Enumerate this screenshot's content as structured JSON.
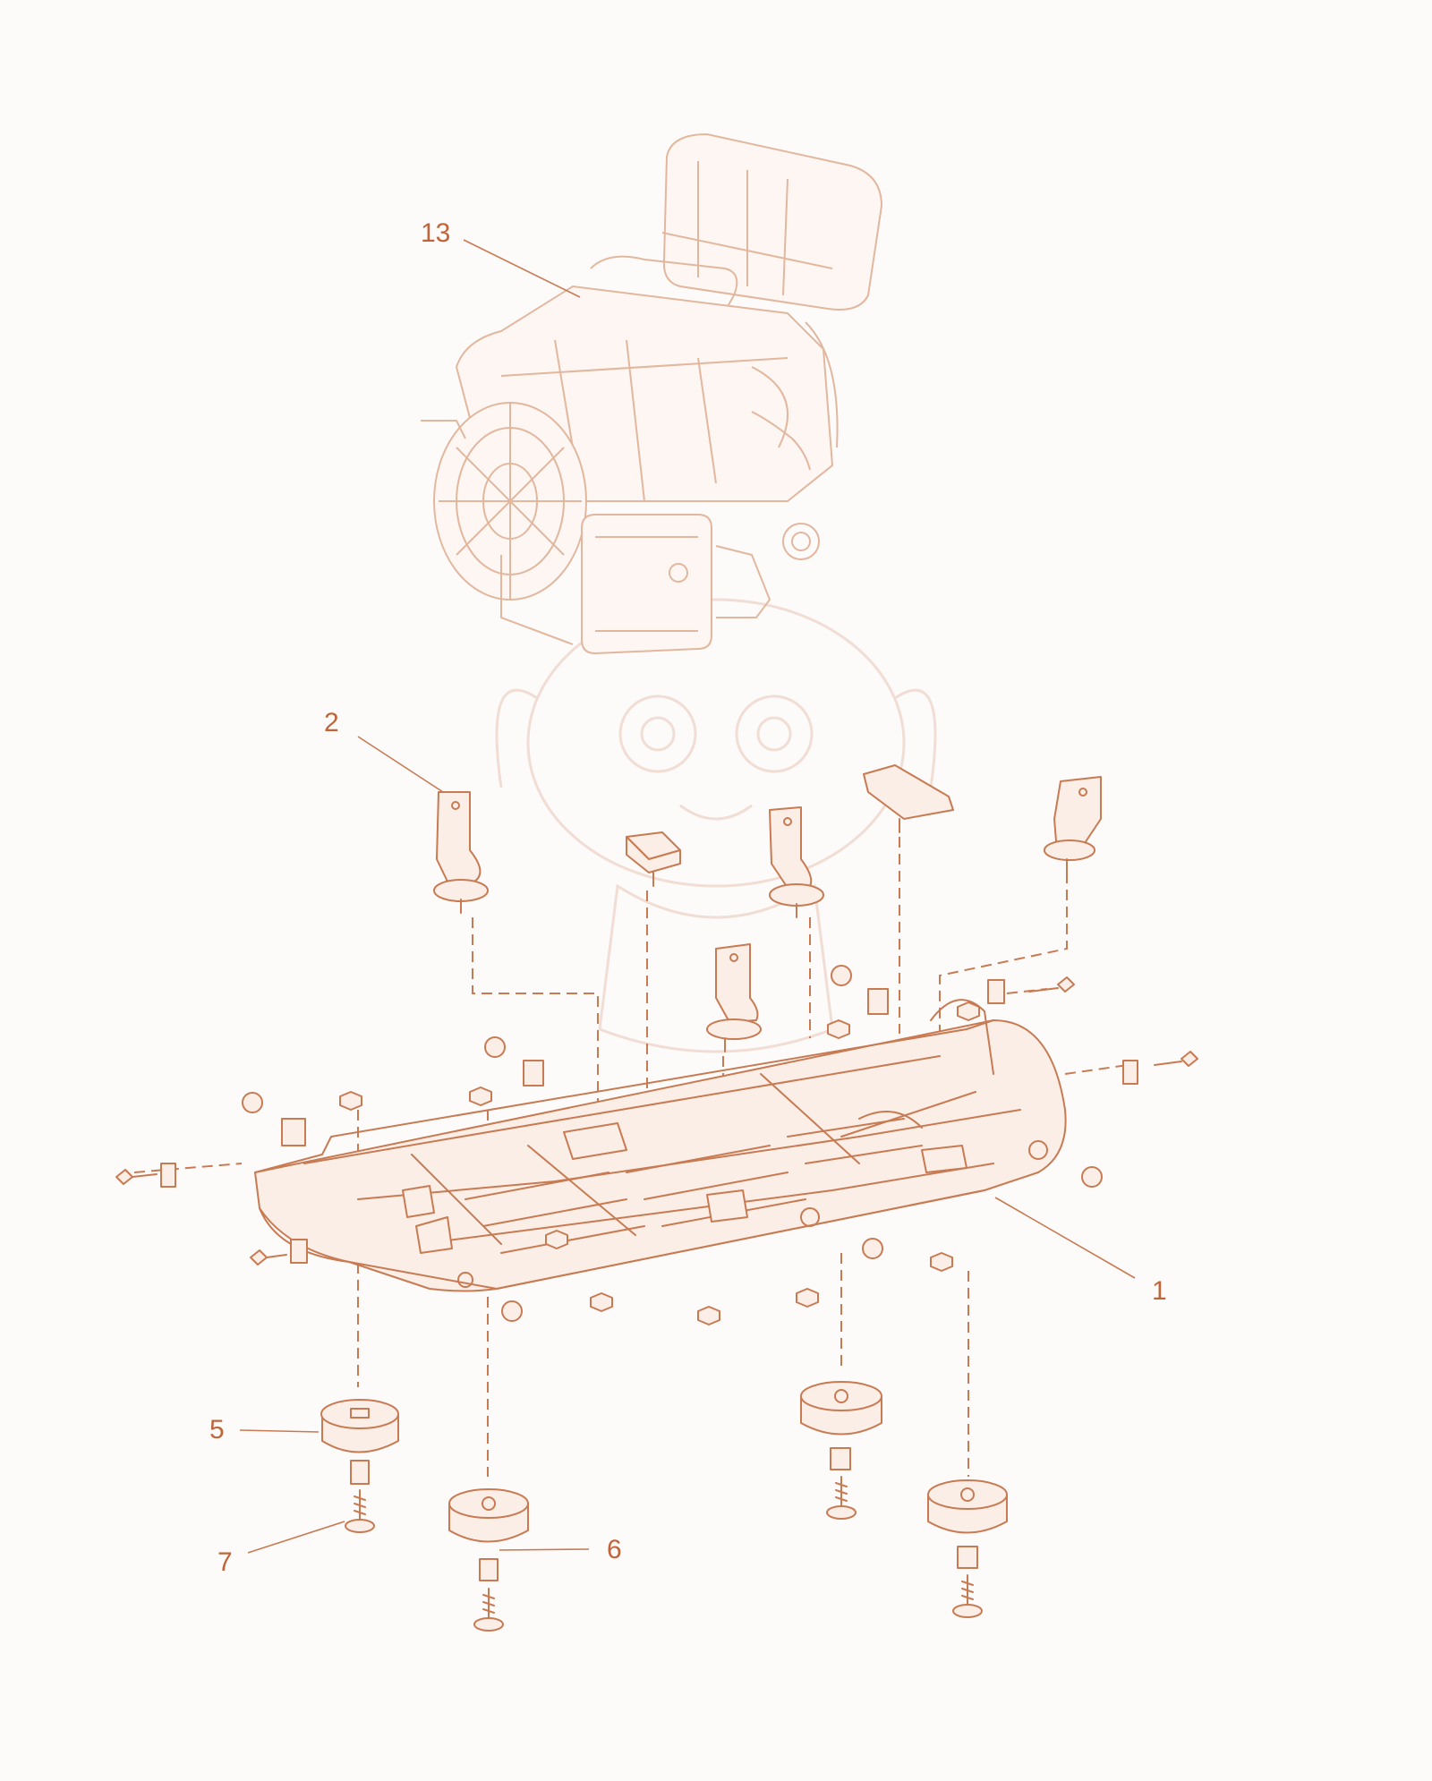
{
  "diagram": {
    "colors": {
      "line": "#c87a52",
      "text": "#c0653a",
      "engine": "#e2b79e",
      "background": "#fdfbfa"
    },
    "callouts": [
      {
        "id": "13",
        "label": "13"
      },
      {
        "id": "2",
        "label": "2"
      },
      {
        "id": "1",
        "label": "1"
      },
      {
        "id": "5",
        "label": "5"
      },
      {
        "id": "7",
        "label": "7"
      },
      {
        "id": "6",
        "label": "6"
      }
    ]
  }
}
